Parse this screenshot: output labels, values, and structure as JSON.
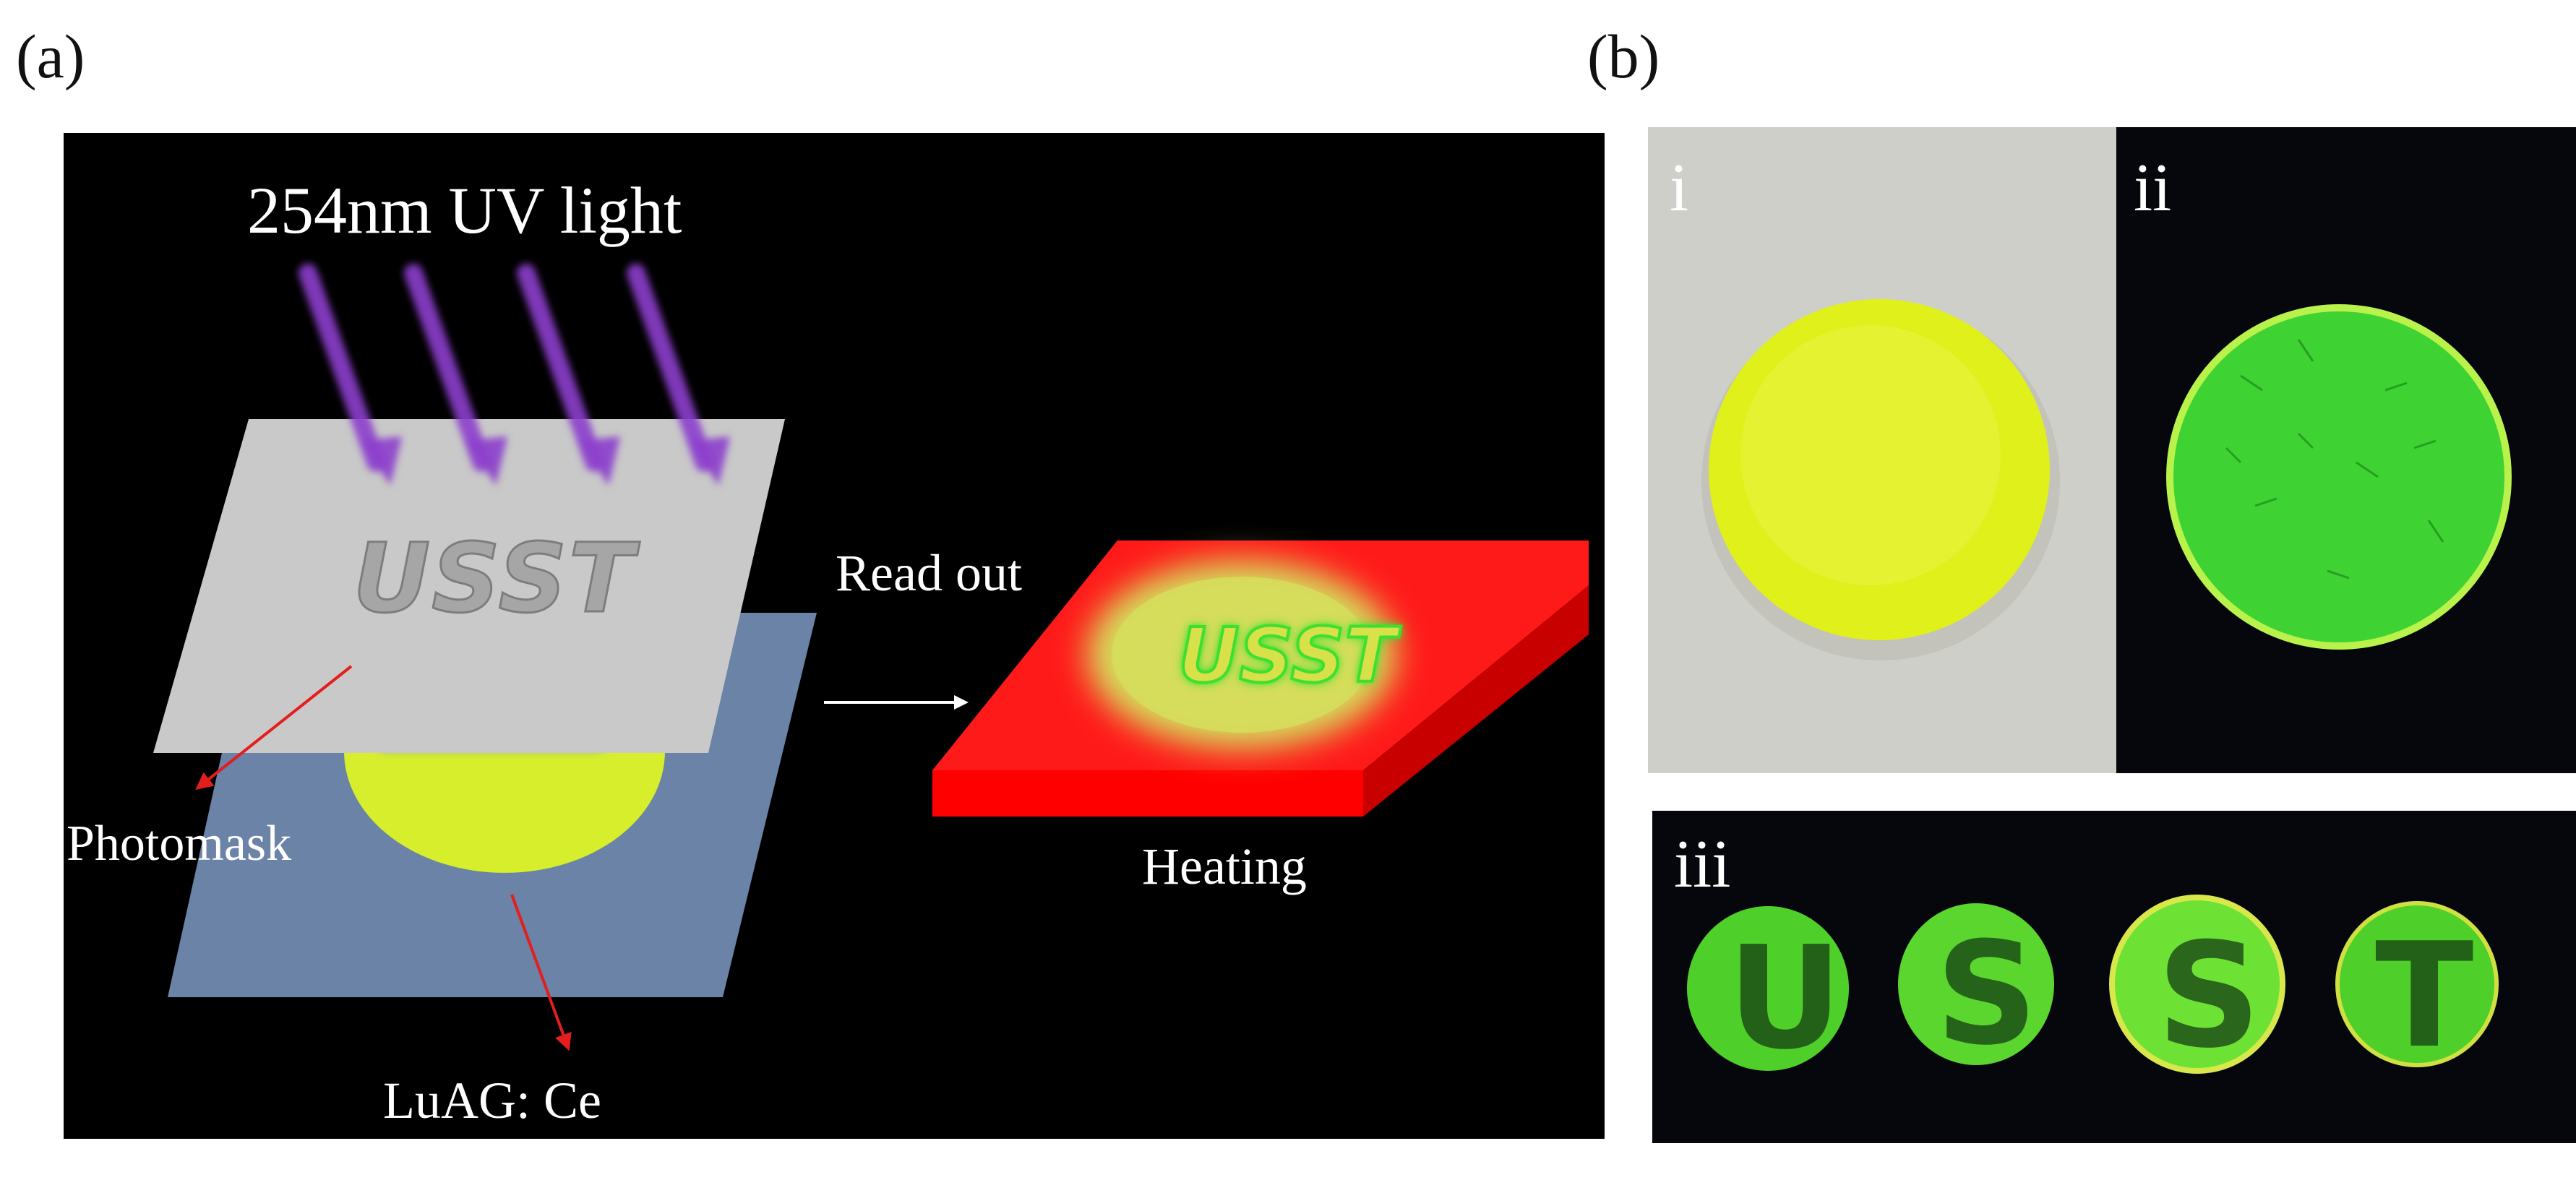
{
  "panel_a": {
    "label": "(a)",
    "uv_text": "254nm UV light",
    "mask_text": "USST",
    "photomask_label": "Photomask",
    "luag_label": "LuAG: Ce",
    "readout_label": "Read out",
    "heating_label": "Heating",
    "plate_text": "USST"
  },
  "panel_b": {
    "label": "(b)",
    "photo_i_label": "i",
    "photo_ii_label": "ii",
    "photo_iii_label": "iii",
    "letter_discs": [
      "U",
      "S",
      "S",
      "T"
    ]
  },
  "colors": {
    "uv_arrow": "#9a4fd6",
    "phosphor": "#d6ee2c",
    "glow_green": "#39e02a",
    "hot_plate": "#ff1a1a",
    "mask": "#c9c9c9",
    "substrate": "#6a83a6"
  }
}
